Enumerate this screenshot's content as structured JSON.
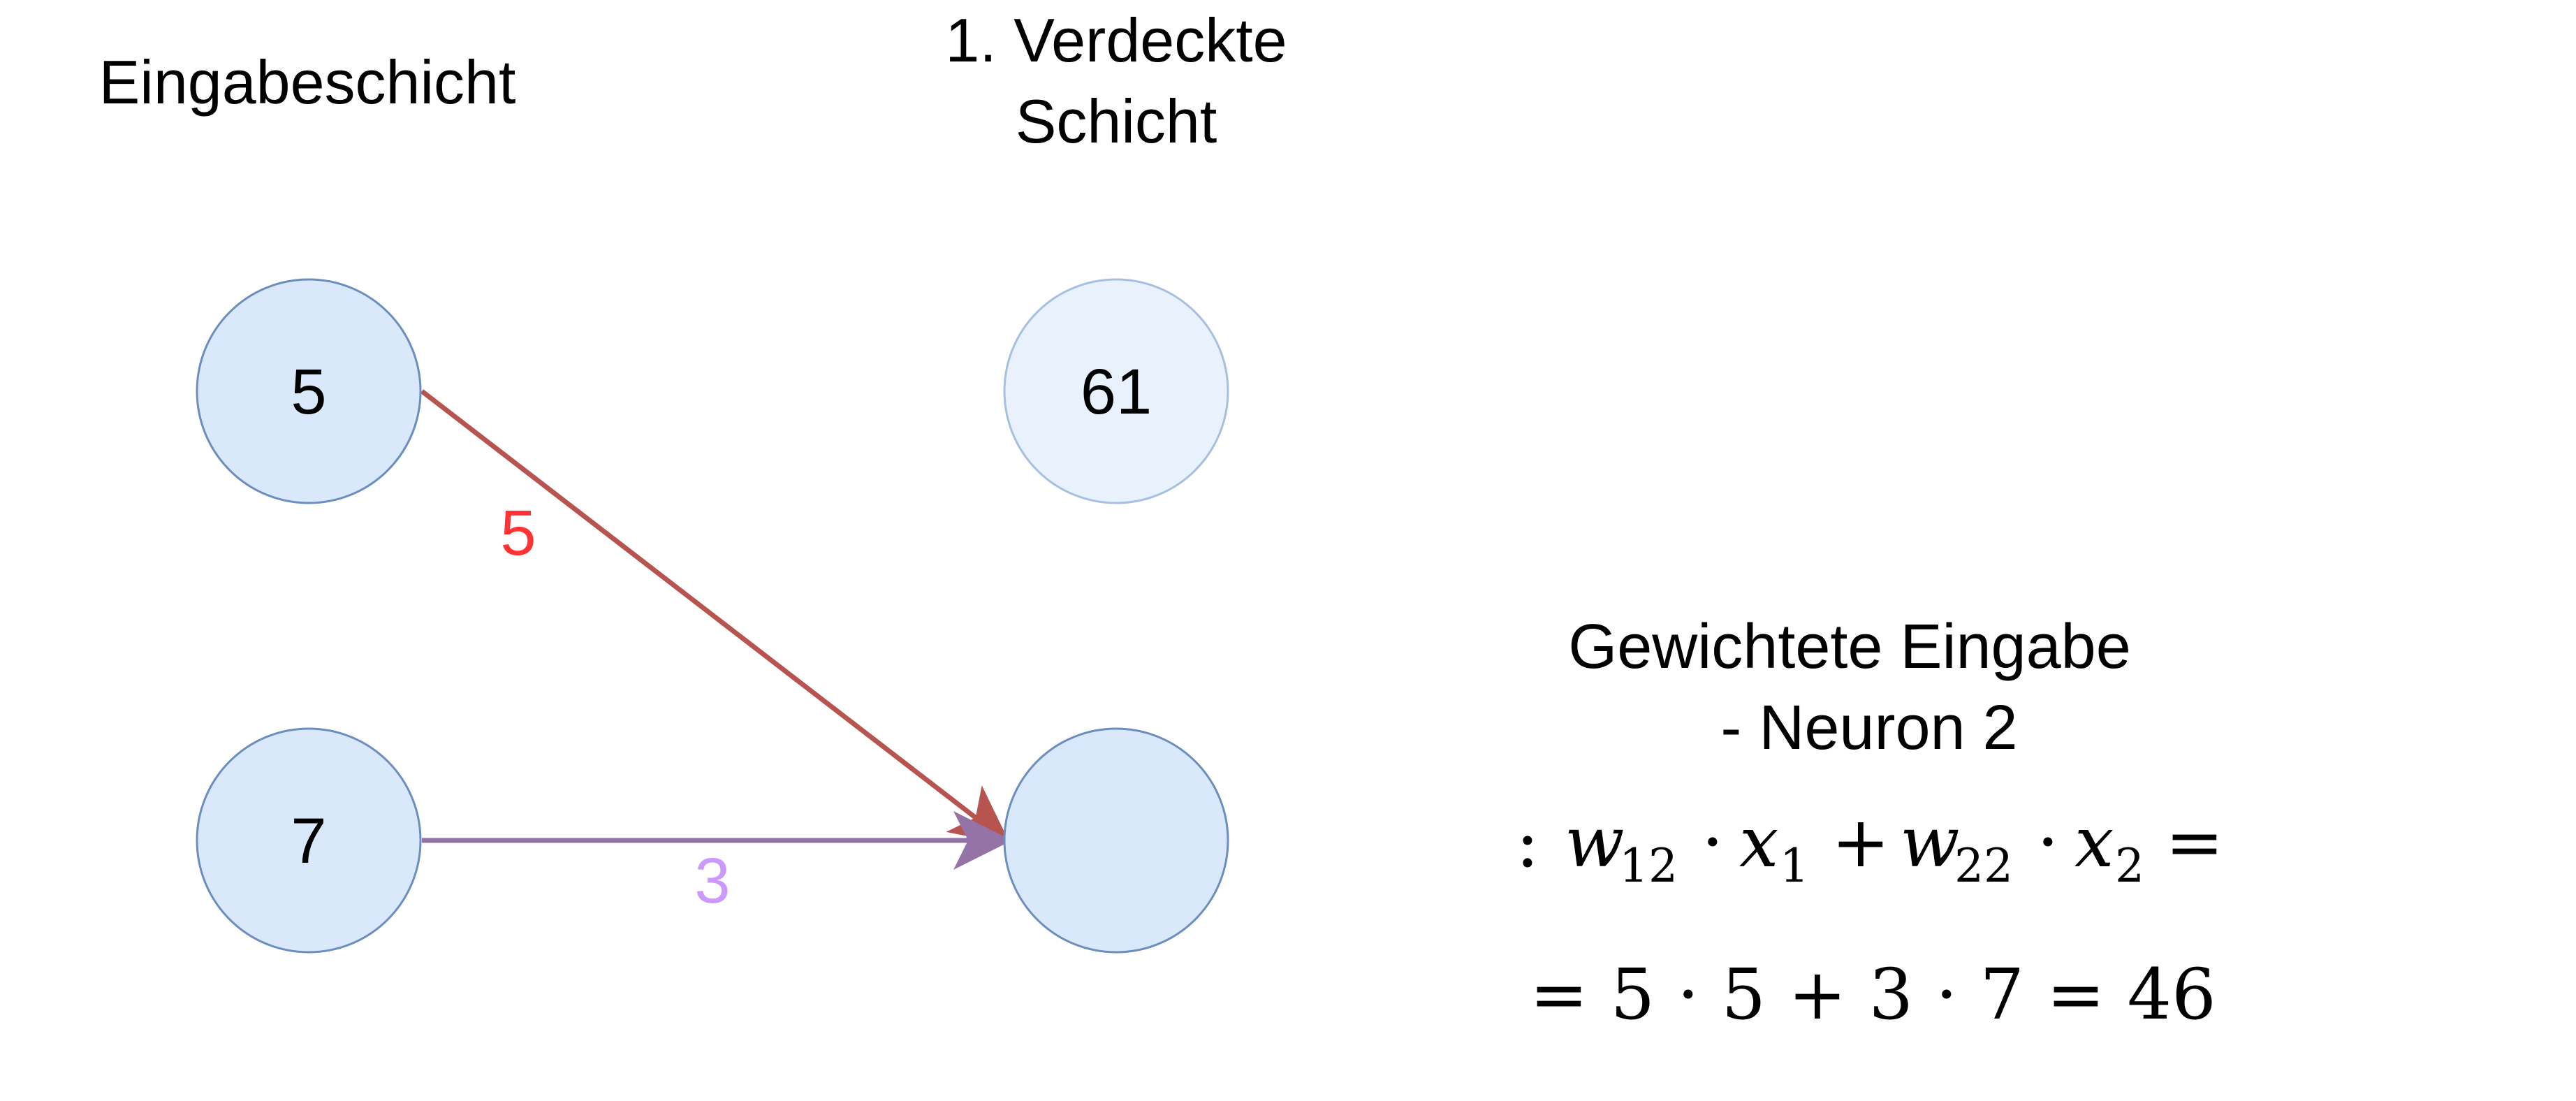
{
  "layers": {
    "input_title": "Eingabeschicht",
    "hidden_title_line1": "1. Verdeckte",
    "hidden_title_line2": "Schicht"
  },
  "nodes": {
    "input_1": "5",
    "input_2": "7",
    "hidden_1": "61",
    "hidden_2": ""
  },
  "weights": {
    "w12": "5",
    "w22": "3"
  },
  "colors": {
    "node_fill": "#dae8fc",
    "node_stroke": "#6c8ebf",
    "node_faded_fill": "#e9f1fd",
    "node_faded_stroke": "#a7bfe0",
    "edge_1": "#b85450",
    "edge_2": "#9673a6",
    "weight_1_text": "#ff3333",
    "weight_2_text": "#cc99ff"
  },
  "explanation": {
    "title_line1": "Gewichtete Eingabe",
    "title_line2": "- Neuron 2",
    "formula_w1": "w",
    "formula_w1_sub": "12",
    "formula_x1": "x",
    "formula_x1_sub": "1",
    "formula_w2": "w",
    "formula_w2_sub": "22",
    "formula_x2": "x",
    "formula_x2_sub": "2",
    "result_line": "= 5 · 5 + 3 · 7 = 46"
  }
}
